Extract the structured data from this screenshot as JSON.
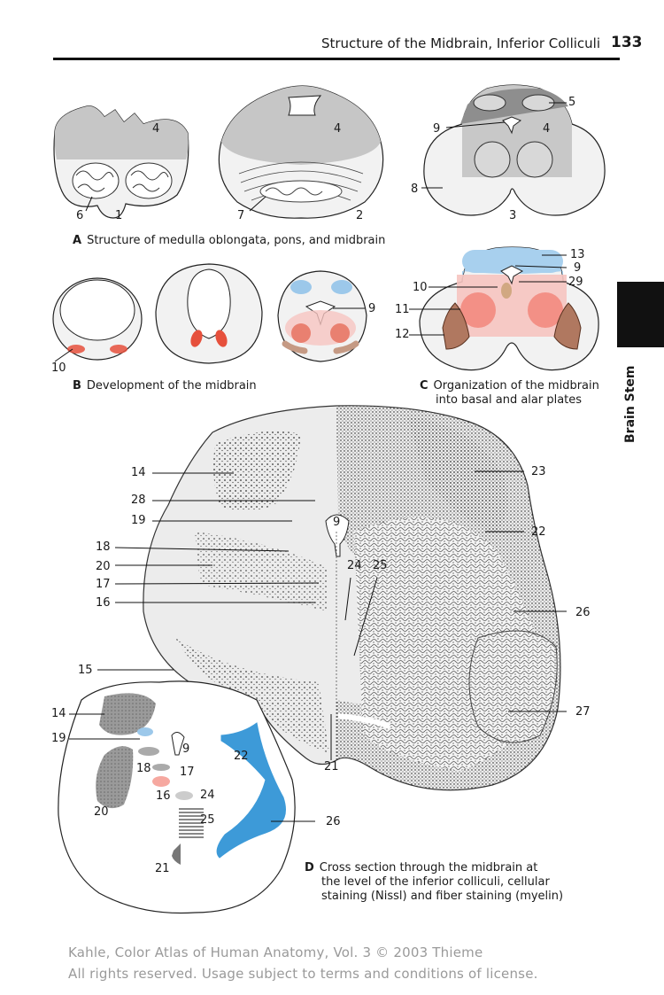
{
  "header": {
    "title": "Structure of the Midbrain, Inferior Colliculi",
    "page_number": "133"
  },
  "side_tab": "Brain Stem",
  "captions": {
    "A": {
      "letter": "A",
      "text": "Structure of medulla oblongata, pons, and midbrain"
    },
    "B": {
      "letter": "B",
      "text": "Development of the midbrain"
    },
    "C": {
      "letter": "C",
      "line1": "Organization of the midbrain",
      "line2": "into basal and alar plates"
    },
    "D": {
      "letter": "D",
      "line1": "Cross section through the midbrain at",
      "line2": "the level of the inferior colliculi, cellular",
      "line3": "staining (Nissl) and fiber staining (myelin)"
    }
  },
  "labels": {
    "a_4a": "4",
    "a_6": "6",
    "a_1": "1",
    "a_4b": "4",
    "a_7": "7",
    "a_2": "2",
    "a_5": "5",
    "a_9": "9",
    "a_4c": "4",
    "a_8": "8",
    "a_3": "3",
    "b_10": "10",
    "b_9": "9",
    "c_13": "13",
    "c_9": "9",
    "c_10": "10",
    "c_29": "29",
    "c_11": "11",
    "c_12": "12",
    "d_14": "14",
    "d_28": "28",
    "d_19": "19",
    "d_18": "18",
    "d_20": "20",
    "d_17": "17",
    "d_16": "16",
    "d_9": "9",
    "d_24": "24",
    "d_25": "25",
    "d_23": "23",
    "d_22": "22",
    "d_26": "26",
    "d_15": "15",
    "d_27": "27",
    "d_21": "21",
    "i_14": "14",
    "i_19": "19",
    "i_9": "9",
    "i_22": "22",
    "i_18": "18",
    "i_17": "17",
    "i_16": "16",
    "i_24": "24",
    "i_20": "20",
    "i_25": "25",
    "i_21": "21",
    "i_26": "26"
  },
  "footer": {
    "line1": "Kahle, Color Atlas of Human Anatomy, Vol. 3 © 2003 Thieme",
    "line2": "All rights reserved. Usage subject to terms and conditions of license."
  },
  "colors": {
    "blue": "#3d9ad8",
    "light_blue": "#9cc8ea",
    "pink": "#f6c4c0",
    "red": "#e6503c",
    "brown": "#b07860",
    "gray": "#c8c8c8",
    "dark_gray": "#9a9a9a"
  }
}
